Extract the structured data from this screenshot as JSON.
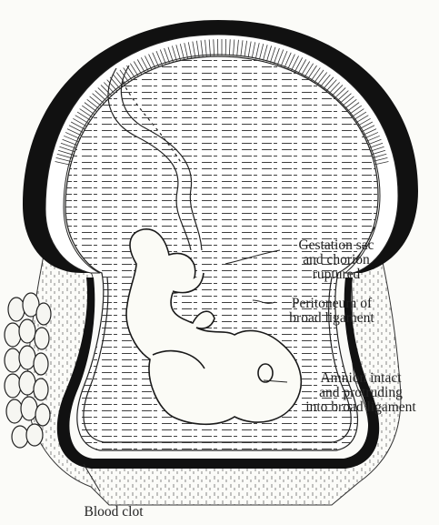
{
  "labels": {
    "gestation_sac": [
      "Gestation sac",
      "and chorion",
      "ruptured"
    ],
    "peritoneum": [
      "Peritoneum of",
      "broad ligament"
    ],
    "amnion": [
      "Amnion intact",
      "and protruding",
      "into broad ligament"
    ],
    "blood_clot": "Blood clot"
  },
  "colors": {
    "ink": "#1a1a1a",
    "paper": "#fbfbf8",
    "clot": "#111111"
  }
}
